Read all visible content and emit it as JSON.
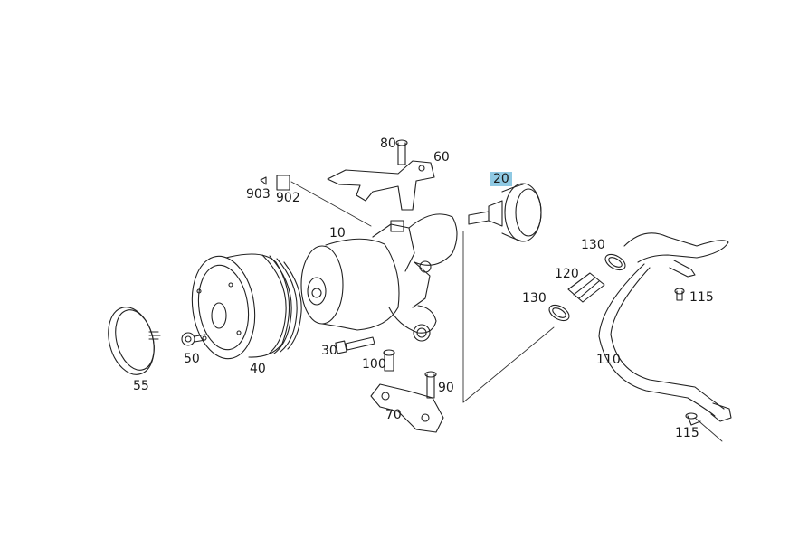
{
  "diagram": {
    "highlight_color": "#8fc9e3",
    "callouts": [
      {
        "id": "c10",
        "text": "10",
        "highlighted": false
      },
      {
        "id": "c20",
        "text": "20",
        "highlighted": true
      },
      {
        "id": "c30",
        "text": "30",
        "highlighted": false
      },
      {
        "id": "c40",
        "text": "40",
        "highlighted": false
      },
      {
        "id": "c50",
        "text": "50",
        "highlighted": false
      },
      {
        "id": "c55",
        "text": "55",
        "highlighted": false
      },
      {
        "id": "c60",
        "text": "60",
        "highlighted": false
      },
      {
        "id": "c70",
        "text": "70",
        "highlighted": false
      },
      {
        "id": "c80",
        "text": "80",
        "highlighted": false
      },
      {
        "id": "c90",
        "text": "90",
        "highlighted": false
      },
      {
        "id": "c100",
        "text": "100",
        "highlighted": false
      },
      {
        "id": "c110",
        "text": "110",
        "highlighted": false
      },
      {
        "id": "c115a",
        "text": "115",
        "highlighted": false
      },
      {
        "id": "c115b",
        "text": "115",
        "highlighted": false
      },
      {
        "id": "c120",
        "text": "120",
        "highlighted": false
      },
      {
        "id": "c130a",
        "text": "130",
        "highlighted": false
      },
      {
        "id": "c130b",
        "text": "130",
        "highlighted": false
      },
      {
        "id": "c902",
        "text": "902",
        "highlighted": false
      },
      {
        "id": "c903",
        "text": "903",
        "highlighted": false
      }
    ]
  }
}
